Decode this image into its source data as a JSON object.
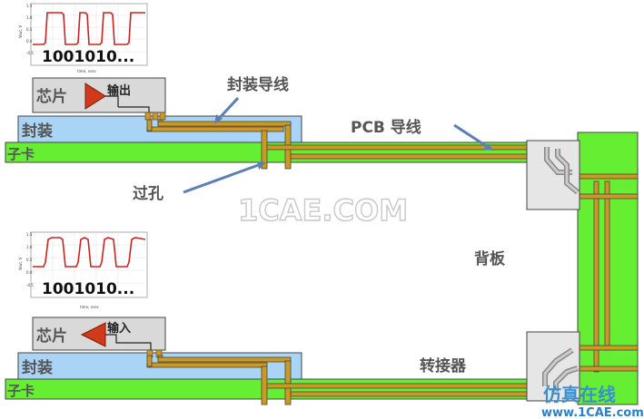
{
  "labels": {
    "chip_top": "芯片",
    "output": "输出",
    "chip_bottom": "芯片",
    "input": "输入",
    "package_top": "封装",
    "package_bottom": "封装",
    "daughter_card_top": "子卡",
    "daughter_card_bottom": "子卡",
    "package_lead": "封装导线",
    "pcb_trace": "PCB 导线",
    "via": "过孔",
    "backplane": "背板",
    "connector": "转接器"
  },
  "waveforms": {
    "top": {
      "bits": "1001010...",
      "ylabel": "Vout, V",
      "xlabel": "time, nsec"
    },
    "bottom": {
      "bits": "1001010...",
      "ylabel": "Vout, V",
      "xlabel": "time, nsec"
    }
  },
  "watermarks": {
    "center": "1CAE.COM",
    "corner_cn": "仿真在线",
    "corner_url": "www.1CAE.com"
  },
  "colors": {
    "green": "#66ee33",
    "blue": "#a9d4f5",
    "trace": "#cc9922",
    "chip": "#d9d9d9",
    "arrow_red": "#d03a1a",
    "wave_red": "#cc2222"
  }
}
